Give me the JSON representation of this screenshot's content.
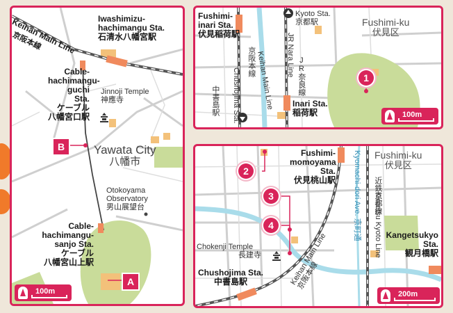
{
  "panel_a": {
    "rail_en": "Keihan Main Line",
    "rail_jp": "京阪本線",
    "station1_en": "Iwashimizu-hachimangu Sta.",
    "station1_en_l1": "Iwashimizu-",
    "station1_en_l2": "hachimangu Sta.",
    "station1_jp": "石清水八幡宮駅",
    "cable1_en_l1": "Cable-",
    "cable1_en_l2": "hachimangu-",
    "cable1_en_l3": "guchi",
    "cable1_en_l4": "Sta.",
    "cable1_jp_l1": "ケーブル",
    "cable1_jp_l2": "八幡宮口駅",
    "temple_en": "Jinnoji Temple",
    "temple_jp": "神應寺",
    "city_en": "Yawata City",
    "city_jp": "八幡市",
    "obs_en_l1": "Otokoyama",
    "obs_en_l2": "Observatory",
    "obs_jp": "男山展望台",
    "cable2_en_l1": "Cable-",
    "cable2_en_l2": "hachimangu-",
    "cable2_en_l3": "sanjo Sta.",
    "cable2_jp_l1": "ケーブル",
    "cable2_jp_l2": "八幡宮山上駅",
    "marker_b": "B",
    "marker_a": "A",
    "scale": "100m"
  },
  "panel_b": {
    "station_fi_en_l1": "Fushimi-",
    "station_fi_en_l2": "inari Sta.",
    "station_fi_jp": "伏見稲荷駅",
    "keihan_jp": "京阪本線",
    "keihan_en": "Keihan Main Line",
    "chushojima_en_l1": "Chushojima",
    "chushojima_en_l2": "Sta.",
    "chushojima_jp": "中書島駅",
    "kyoto_en": "Kyoto Sta.",
    "kyoto_jp": "京都駅",
    "jr_en": "JR Nara Line",
    "jr_jp": "JR奈良線",
    "inari_en": "Inari Sta.",
    "inari_jp": "稲荷駅",
    "ward_en": "Fushimi-ku",
    "ward_jp": "伏見区",
    "marker_1": "1",
    "scale": "100m"
  },
  "panel_c": {
    "fm_en_l1": "Fushimi-",
    "fm_en_l2": "momoyama",
    "fm_en_l3": "Sta.",
    "fm_jp": "伏見桃山駅",
    "ave_en": "Kyomachi-dori Ave.",
    "ave_jp": "京町通",
    "ward_en": "Fushimi-ku",
    "ward_jp": "伏見区",
    "kintetsu_jp": "近鉄京都線",
    "kintetsu_en": "Kintetsu Kyoto Line",
    "kangetsu_en_l1": "Kangetsukyo",
    "kangetsu_en_l2": "Sta.",
    "kangetsu_jp": "観月橋駅",
    "chokenji_en": "Chokenji Temple",
    "chokenji_jp": "長建寺",
    "chushojima_en": "Chushojima Sta.",
    "chushojima_jp": "中書島駅",
    "keihan_en": "Keihan Main Line",
    "keihan_jp": "京阪本線",
    "marker_2": "2",
    "marker_3": "3",
    "marker_4": "4",
    "scale": "200m"
  },
  "colors": {
    "accent": "#d9245a",
    "station": "#f08a5d",
    "park": "#c9dc9a",
    "water": "#a9dcea",
    "road": "#c9c9c9",
    "building": "#f3c17a"
  }
}
